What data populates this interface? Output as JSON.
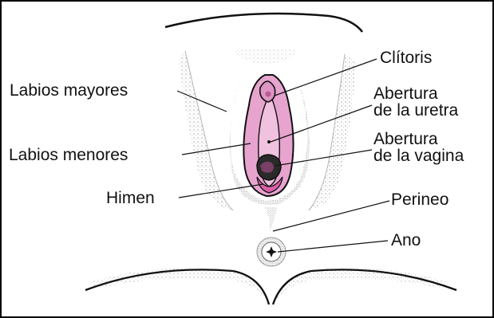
{
  "labels": {
    "labios_mayores": "Labios mayores",
    "labios_menores": "Labios menores",
    "himen": "Himen",
    "clitoris": "Clítoris",
    "abertura_uretra": [
      "Abertura",
      "de la uretra"
    ],
    "abertura_vagina": [
      "Abertura",
      "de la vagina"
    ],
    "perineo": "Perineo",
    "ano": "Ano"
  },
  "colors": {
    "outline": "#111111",
    "pink": "#e7a4cf",
    "pink_dark": "#c978a9",
    "hymen": "#dc5fa8",
    "stipple": "#9a9a9a"
  }
}
